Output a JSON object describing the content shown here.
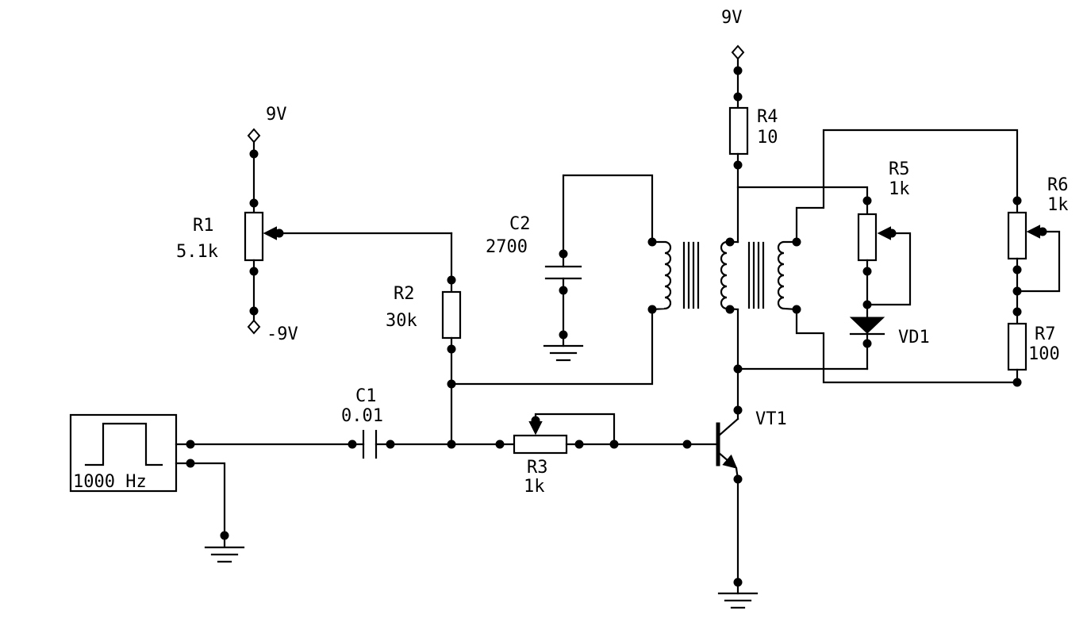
{
  "labels": {
    "v_top": "9V",
    "v_r1_top": "9V",
    "v_r1_bottom": "-9V",
    "r1_name": "R1",
    "r1_value": "5.1k",
    "r2_name": "R2",
    "r2_value": "30k",
    "c1_name": "C1",
    "c1_value": "0.01",
    "c2_name": "C2",
    "c2_value": "2700",
    "r3_name": "R3",
    "r3_value": "1k",
    "r4_name": "R4",
    "r4_value": "10",
    "r5_name": "R5",
    "r5_value": "1k",
    "r6_name": "R6",
    "r6_value": "1k",
    "r7_name": "R7",
    "r7_value": "100",
    "vd1_name": "VD1",
    "vt1_name": "VT1",
    "generator_freq": "1000 Hz"
  }
}
